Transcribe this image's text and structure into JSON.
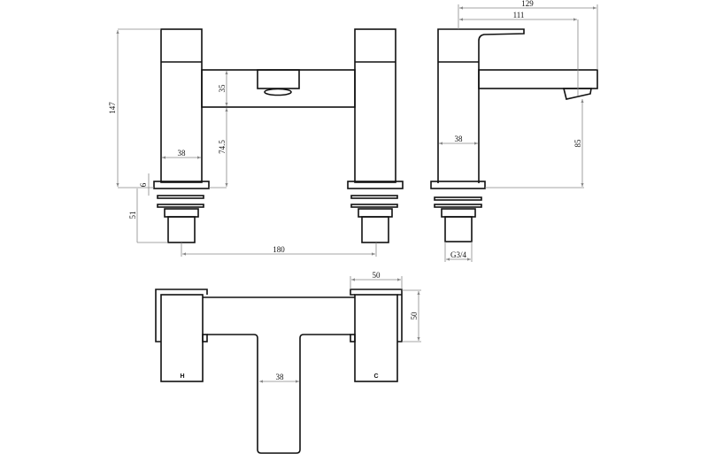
{
  "drawing": {
    "front_view": {
      "dims": {
        "overall_height": "147",
        "body_height": "35",
        "spout_clearance": "74.5",
        "column_width": "38",
        "base_thickness": "6",
        "shank_length": "51",
        "centres": "180"
      }
    },
    "side_view": {
      "dims": {
        "overall_depth": "129",
        "spout_reach": "111",
        "spout_height": "85",
        "column_width": "38",
        "thread": "G3/4"
      }
    },
    "plan_view": {
      "dims": {
        "spout_width": "38",
        "handle_width": "50",
        "handle_depth": "50"
      },
      "labels": {
        "hot": "H",
        "cold": "C"
      }
    }
  }
}
